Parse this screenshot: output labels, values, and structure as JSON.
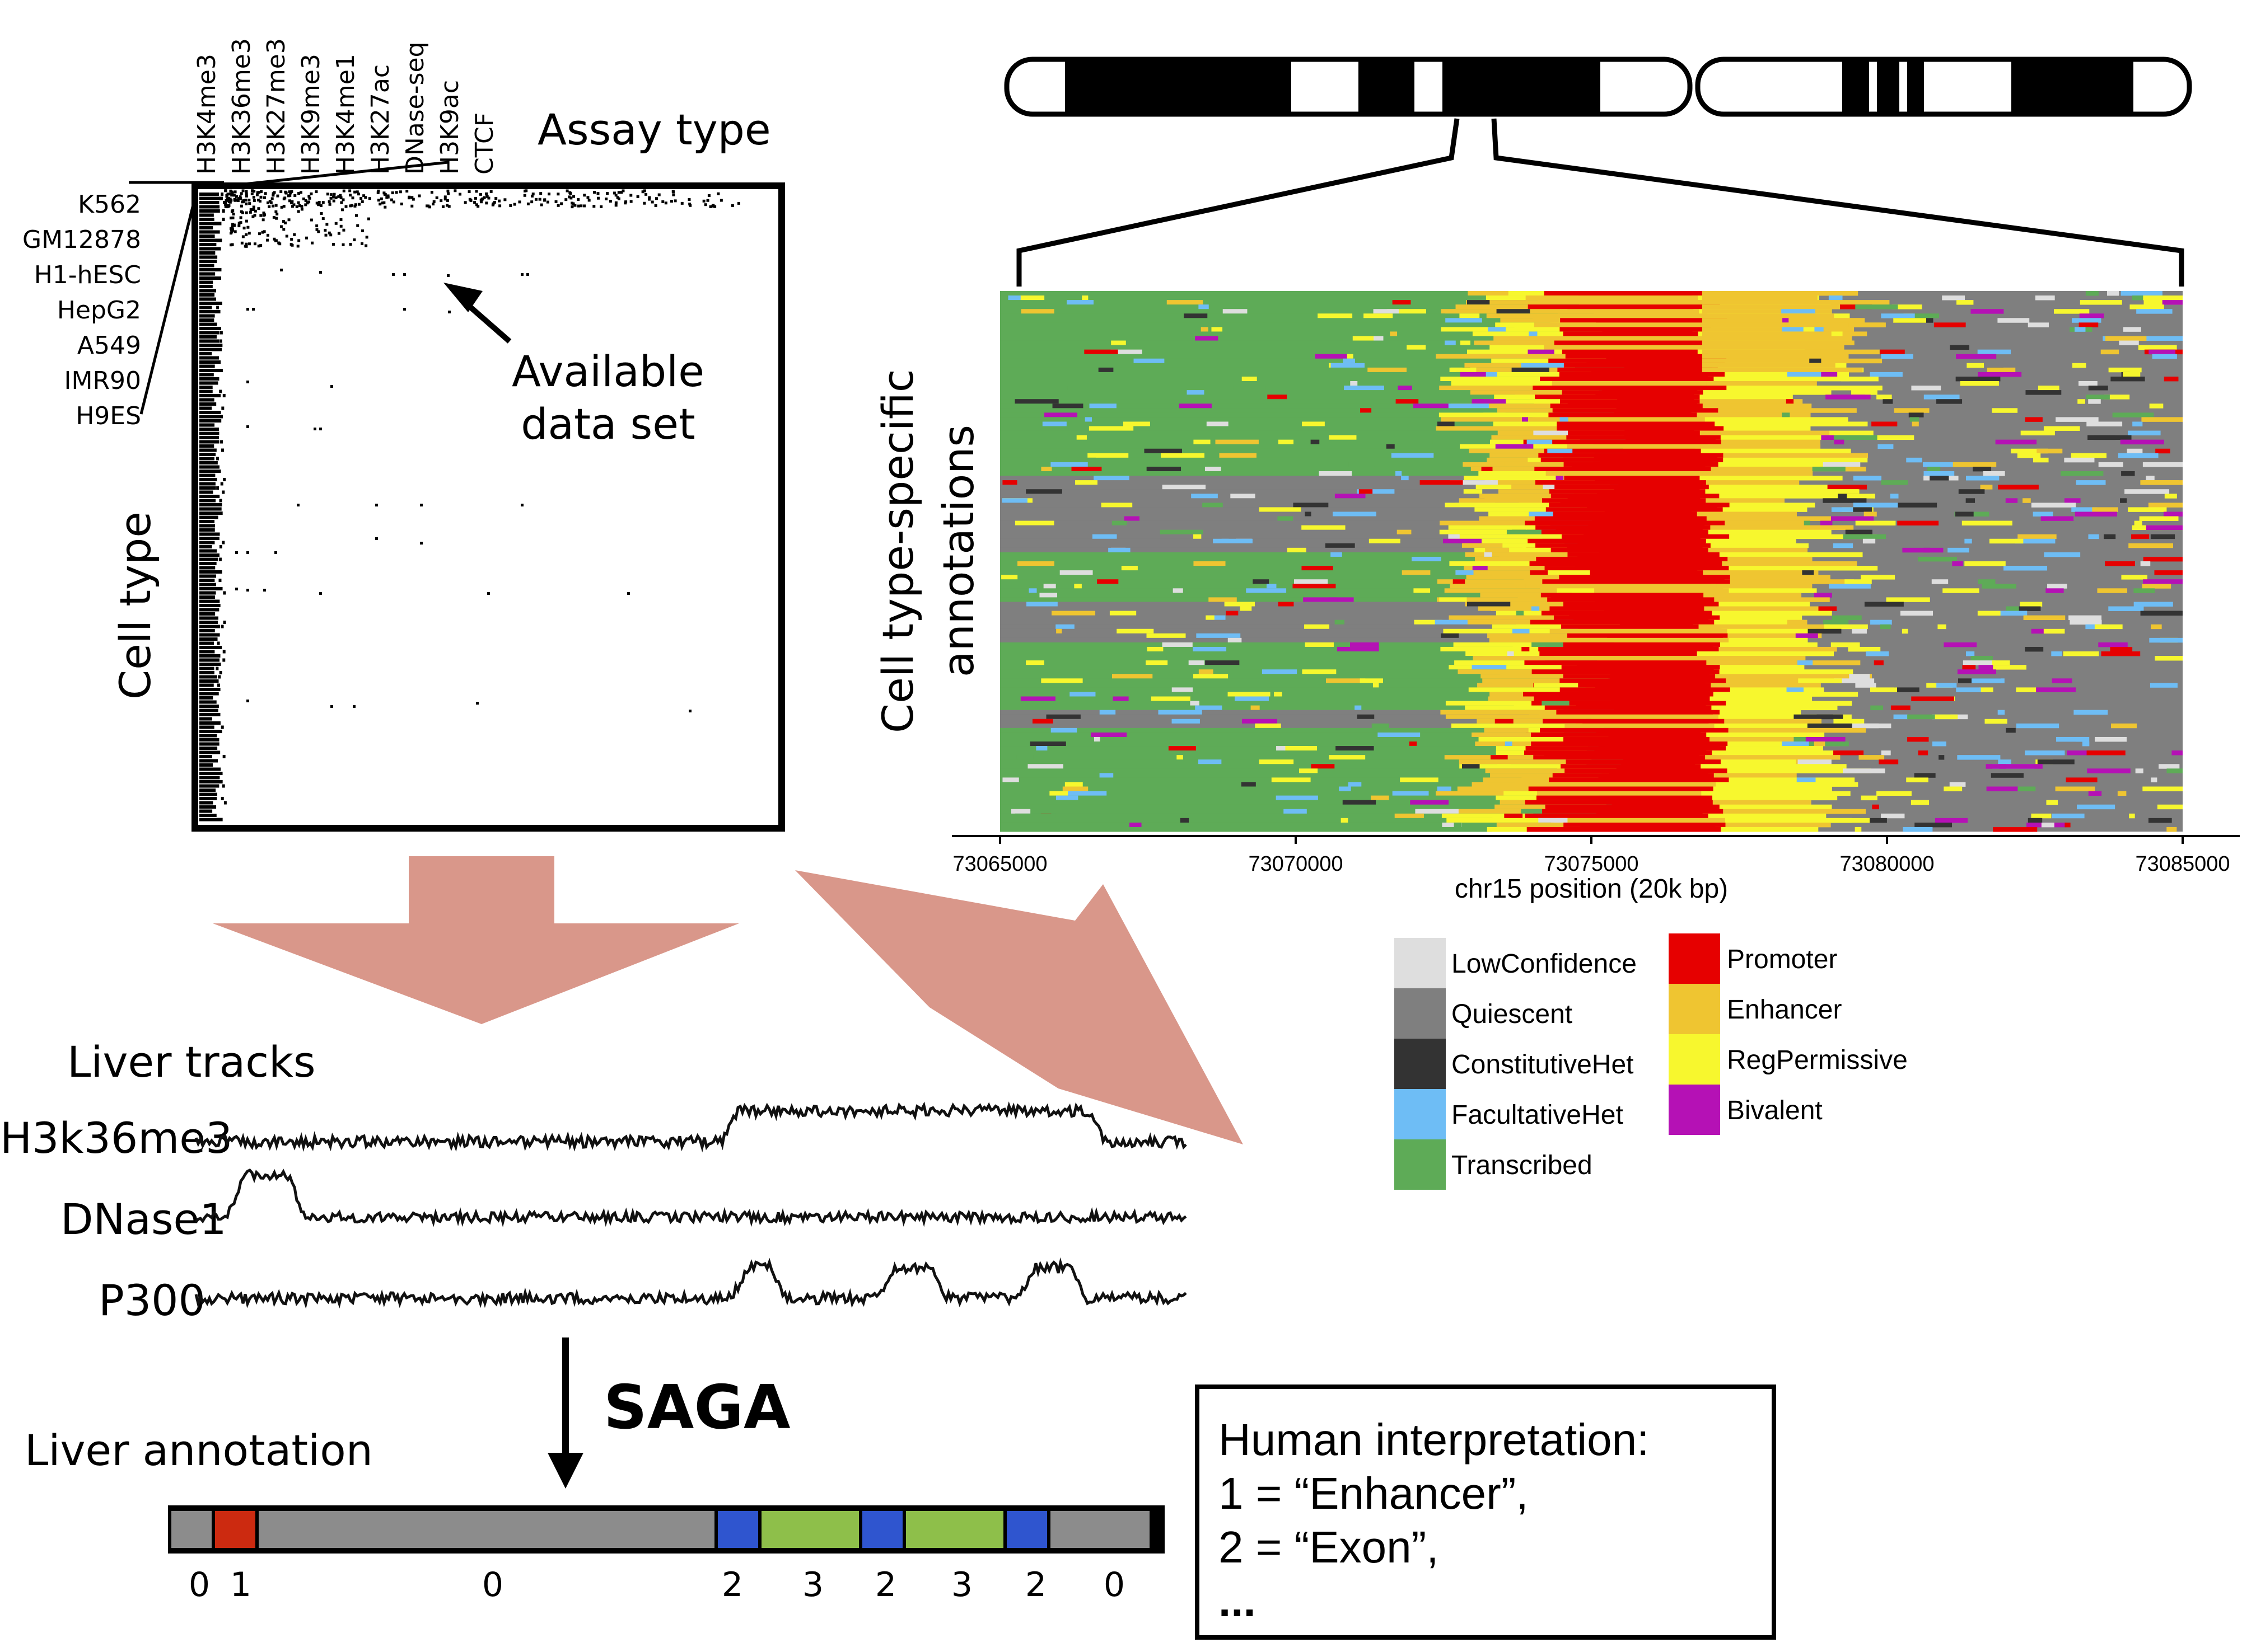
{
  "matrix": {
    "assay_title": "Assay type",
    "cell_title": "Cell type",
    "assays": [
      "H3K4me3",
      "H3K36me3",
      "H3K27me3",
      "H3K9me3",
      "H3K4me1",
      "H3K27ac",
      "DNase-seq",
      "H3K9ac",
      "CTCF"
    ],
    "cells": [
      "K562",
      "GM12878",
      "H1-hESC",
      "HepG2",
      "A549",
      "IMR90",
      "H9ES"
    ],
    "callout": [
      "Available",
      "data set"
    ]
  },
  "heatmap": {
    "ylabel": [
      "Cell type-specific",
      "annotations"
    ],
    "xlabel": "chr15 position (20k bp)",
    "xticks": [
      "73065000",
      "73070000",
      "73075000",
      "73080000",
      "73085000"
    ]
  },
  "legend": {
    "left": [
      {
        "label": "LowConfidence",
        "color": "#dedede"
      },
      {
        "label": "Quiescent",
        "color": "#7f7f7f"
      },
      {
        "label": "ConstitutiveHet",
        "color": "#333333"
      },
      {
        "label": "FacultativeHet",
        "color": "#6ebdf5"
      },
      {
        "label": "Transcribed",
        "color": "#5eab57"
      }
    ],
    "right": [
      {
        "label": "Promoter",
        "color": "#e60000"
      },
      {
        "label": "Enhancer",
        "color": "#efc531"
      },
      {
        "label": "RegPermissive",
        "color": "#f7f72e"
      },
      {
        "label": "Bivalent",
        "color": "#b511b5"
      }
    ]
  },
  "tracks": {
    "title": "Liver tracks",
    "items": [
      "H3k36me3",
      "DNase1",
      "P300"
    ]
  },
  "saga": {
    "method": "SAGA",
    "annotation_title": "Liver annotation",
    "segments": [
      {
        "label": "0",
        "color": "#8c8c8c"
      },
      {
        "label": "1",
        "color": "#cc2a10"
      },
      {
        "label": "0",
        "color": "#8c8c8c"
      },
      {
        "label": "2",
        "color": "#2f55cf"
      },
      {
        "label": "3",
        "color": "#8ebf4a"
      },
      {
        "label": "2",
        "color": "#2f55cf"
      },
      {
        "label": "3",
        "color": "#8ebf4a"
      },
      {
        "label": "2",
        "color": "#2f55cf"
      },
      {
        "label": "0",
        "color": "#8c8c8c"
      }
    ]
  },
  "interpretation": {
    "lines": [
      "Human interpretation:",
      "1 = “Enhancer”,",
      "2 = “Exon”,",
      "..."
    ]
  },
  "colors": {
    "arrow": "#d9978a",
    "highlight_red": "#e60000"
  }
}
